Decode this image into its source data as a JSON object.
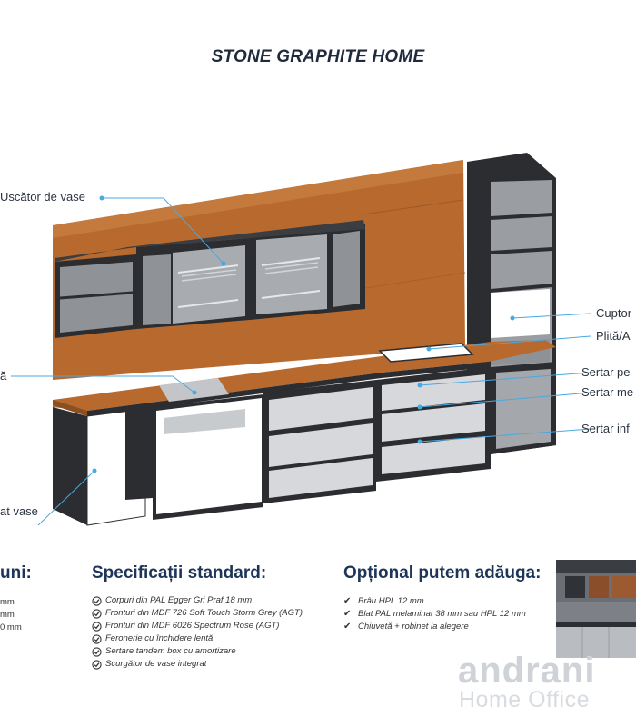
{
  "title": "STONE GRAPHITE HOME",
  "callouts": {
    "uscator": "Uscător de vase",
    "chiuveta": "ă",
    "cos": "at vase",
    "cuptor": "Cuptor",
    "plita": "Plită/A",
    "sertar_pe": "Sertar pe",
    "sertar_me": "Sertar me",
    "sertar_inf": "Sertar inf"
  },
  "dimensions": {
    "heading": "uni:",
    "items": [
      "mm",
      "mm",
      "0 mm"
    ]
  },
  "specs": {
    "heading": "Specificații standard:",
    "items": [
      "Corpuri din PAL Egger Gri Praf 18 mm",
      "Fronturi din MDF 726 Soft Touch Storm Grey (AGT)",
      "Fronturi din MDF 6026 Spectrum Rose (AGT)",
      "Feronerie cu închidere lentă",
      "Sertare tandem box cu amortizare",
      "Scurgător de vase integrat"
    ]
  },
  "optional": {
    "heading": "Opțional putem adăuga:",
    "items": [
      "Brâu HPL 12 mm",
      "Blat PAL melaminat 38 mm sau HPL 12 mm",
      "Chiuvetă + robinet la alegere"
    ]
  },
  "brand": {
    "name": "andrani",
    "tagline": "Home Office"
  },
  "colors": {
    "heading": "#1d3557",
    "callout_line": "#4aa8e0",
    "wood": "#b8692e",
    "carcass": "#2b2d31",
    "shelf": "#c8c8c8"
  }
}
